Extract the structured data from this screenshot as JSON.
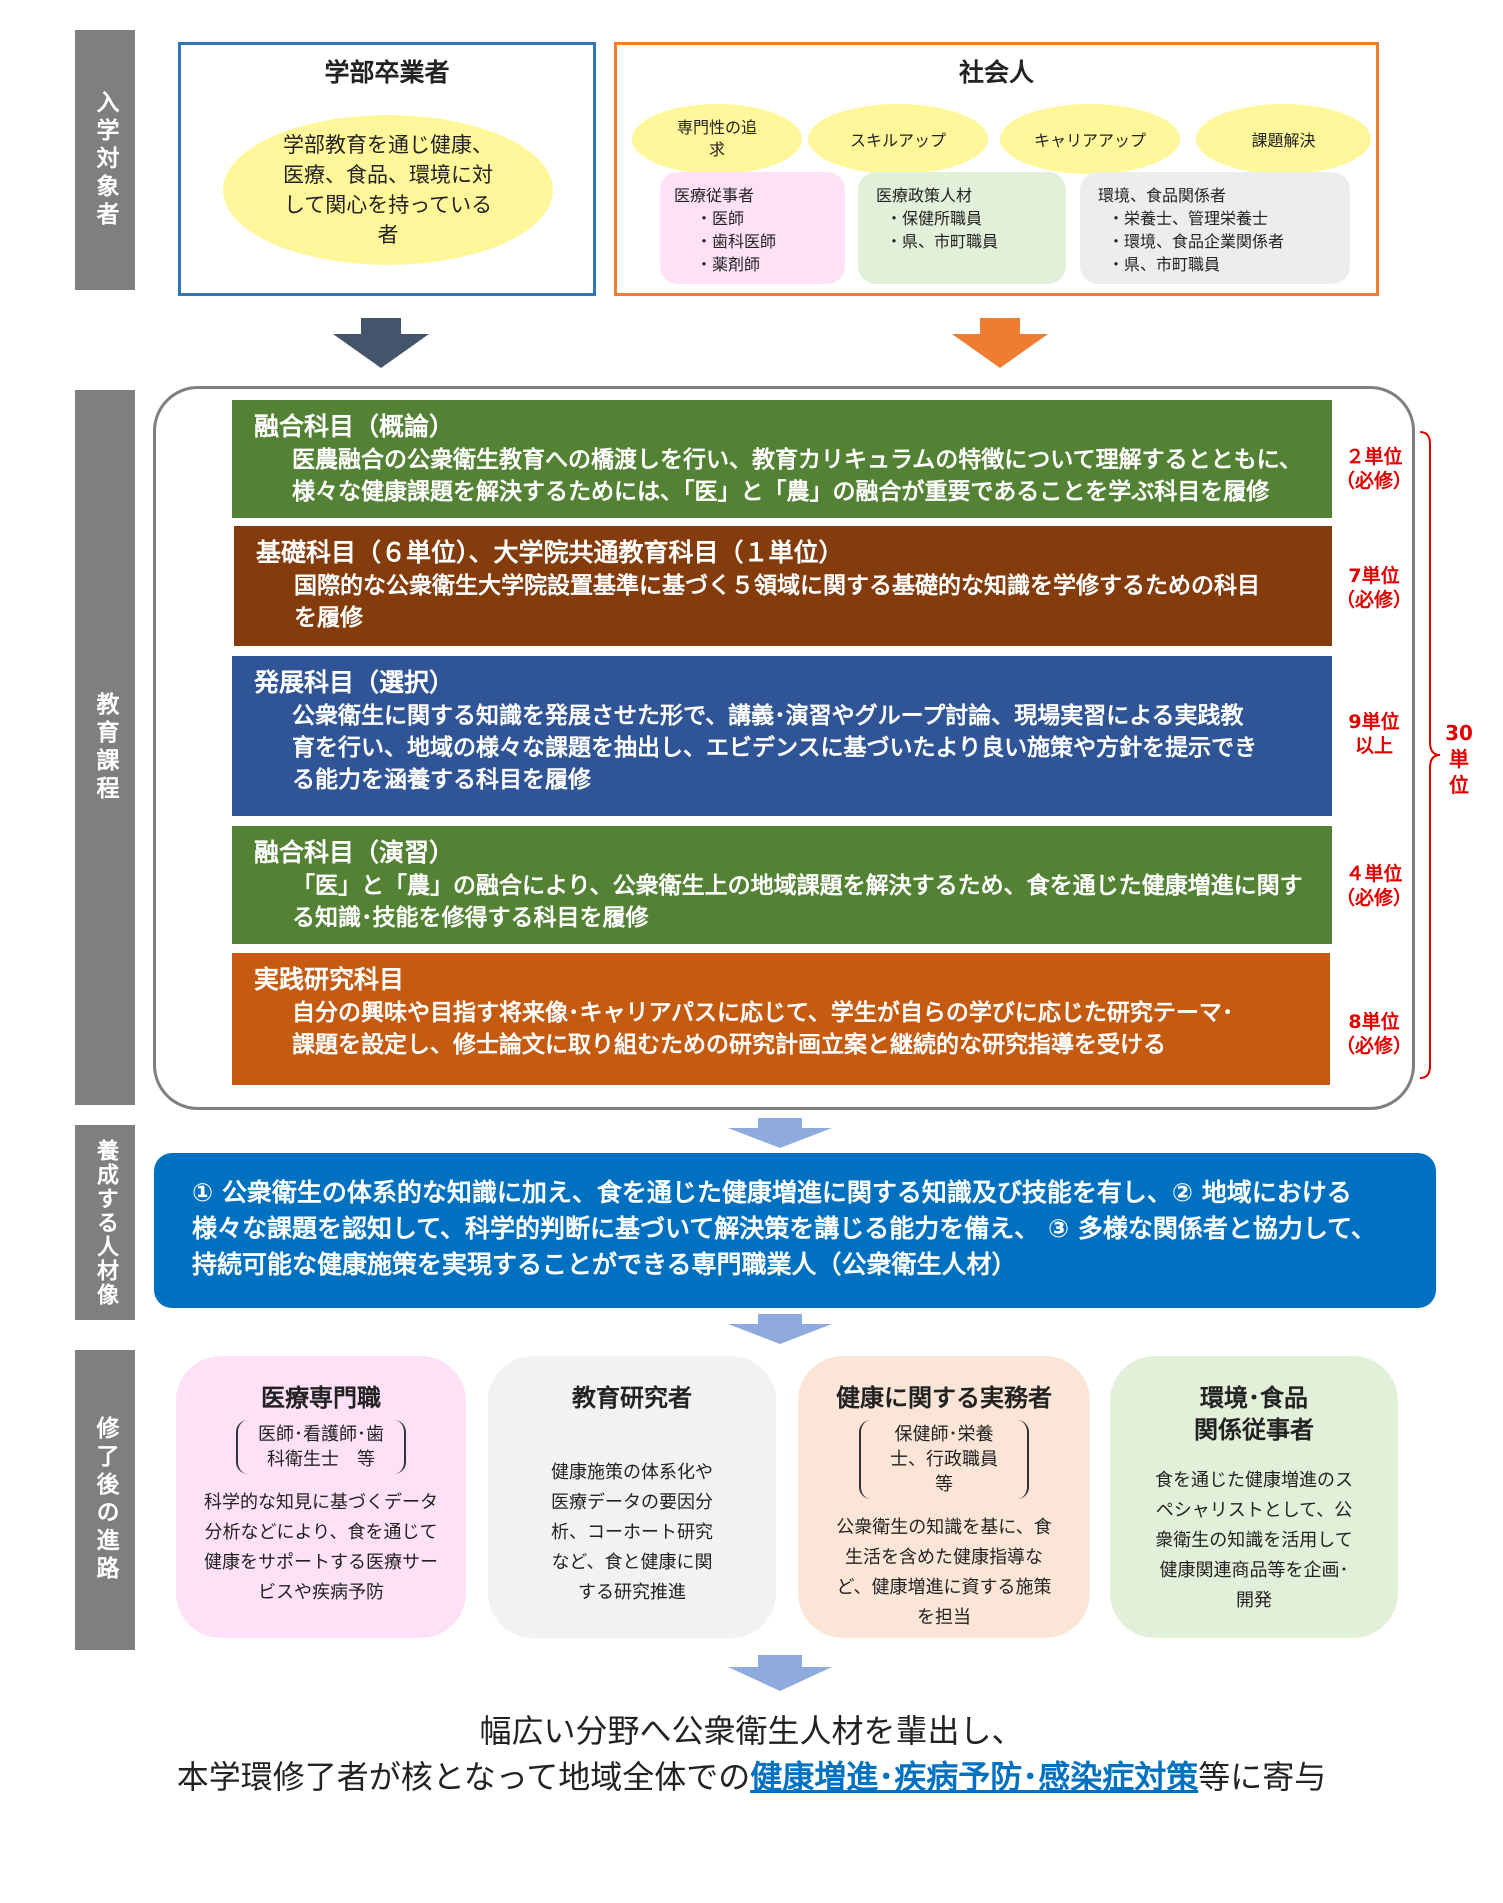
{
  "side_labels": {
    "admission": "入学対象者",
    "curriculum": "教育課程",
    "talent": "養成する人材像",
    "career": "修了後の進路"
  },
  "undergrad": {
    "title": "学部卒業者",
    "desc": "学部教育を通じ健康、医療、食品、環境に対して関心を持っている者"
  },
  "working": {
    "title": "社会人",
    "goals": [
      "専門性の追求",
      "スキルアップ",
      "キャリアアップ",
      "課題解決"
    ],
    "groups": [
      {
        "title": "医療従事者",
        "items": [
          "・医師",
          "・歯科医師",
          "・薬剤師"
        ]
      },
      {
        "title": "医療政策人材",
        "items": [
          "・保健所職員",
          "・県、市町職員"
        ]
      },
      {
        "title": "環境、食品関係者",
        "items": [
          "・栄養士、管理栄養士",
          "・環境、食品企業関係者",
          "・県、市町職員"
        ]
      }
    ]
  },
  "curriculum": [
    {
      "title": "融合科目（概論）",
      "desc": "医農融合の公衆衛生教育への橋渡しを行い、教育カリキュラムの特徴について理解するとともに、様々な健康課題を解決するためには、「医」と「農」の融合が重要であることを学ぶ科目を履修",
      "credit": "２単位",
      "credit_note": "（必修）",
      "color": "#548235"
    },
    {
      "title": "基礎科目（６単位）、大学院共通教育科目（１単位）",
      "desc": "国際的な公衆衛生大学院設置基準に基づく５領域に関する基礎的な知識を学修するための科目を履修",
      "credit": "7単位",
      "credit_note": "（必修）",
      "color": "#843c0c"
    },
    {
      "title": "発展科目（選択）",
      "desc": "公衆衛生に関する知識を発展させた形で、講義･演習やグループ討論、現場実習による実践教育を行い、地域の様々な課題を抽出し、エビデンスに基づいたより良い施策や方針を提示できる能力を涵養する科目を履修",
      "credit": "9単位",
      "credit_note": "以上",
      "color": "#2f5597"
    },
    {
      "title": "融合科目（演習）",
      "desc": "「医」と「農」の融合により、公衆衛生上の地域課題を解決するため、食を通じた健康増進に関する知識･技能を修得する科目を履修",
      "credit": "４単位",
      "credit_note": "（必修）",
      "color": "#548235"
    },
    {
      "title": "実践研究科目",
      "desc": "自分の興味や目指す将来像･キャリアパスに応じて、学生が自らの学びに応じた研究テーマ･課題を設定し、修士論文に取り組むための研究計画立案と継続的な研究指導を受ける",
      "credit": "8単位",
      "credit_note": "（必修）",
      "color": "#c55a11"
    }
  ],
  "total_credit": "30単位",
  "talent_text": "① 公衆衛生の体系的な知識に加え、食を通じた健康増進に関する知識及び技能を有し、② 地域における様々な課題を認知して、科学的判断に基づいて解決策を講じる能力を備え、 ③ 多様な関係者と協力して、持続可能な健康施策を実現することができる専門職業人（公衆衛生人材）",
  "careers": [
    {
      "title": "医療専門職",
      "sub": "医師･看護師･歯科衛生士　等",
      "desc": "科学的な知見に基づくデータ分析などにより、食を通じて健康をサポートする医療サービスや疾病予防",
      "color": "#ffe1f7"
    },
    {
      "title": "教育研究者",
      "sub": "",
      "desc": "健康施策の体系化や医療データの要因分析、コーホート研究など、食と健康に関する研究推進",
      "color": "#f2f2f2"
    },
    {
      "title": "健康に関する実務者",
      "sub": "保健師･栄養士、行政職員　等",
      "desc": "公衆衛生の知識を基に、食生活を含めた健康指導など、健康増進に資する施策を担当",
      "color": "#fbe5d6"
    },
    {
      "title": "環境･食品関係従事者",
      "sub": "",
      "desc": "食を通じた健康増進のスペシャリストとして、公衆衛生の知識を活用して健康関連商品等を企画･開発",
      "color": "#e2f0d9"
    }
  ],
  "conclusion": {
    "line1": "幅広い分野へ公衆衛生人材を輩出し、",
    "line2_pre": "本学環修了者が核となって地域全体での",
    "line2_em": "健康増進･疾病予防･感染症対策",
    "line2_post": "等に寄与"
  }
}
